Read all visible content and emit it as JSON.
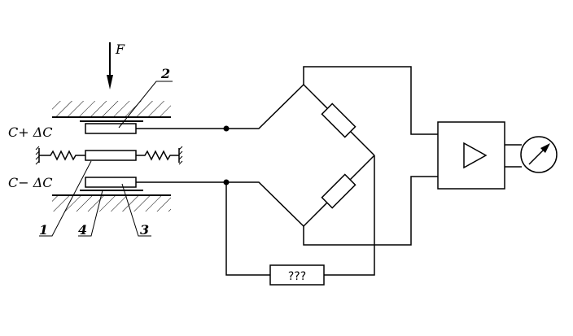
{
  "labels": {
    "force": "F",
    "cap_top": "C+ ΔC",
    "cap_bottom": "C− ΔC",
    "unknown_component": "???",
    "part_1": "1",
    "part_2": "2",
    "part_3": "3",
    "part_4": "4"
  },
  "icons": {
    "amplifier": "amplifier-triangle-icon",
    "meter": "meter-dial-icon"
  }
}
